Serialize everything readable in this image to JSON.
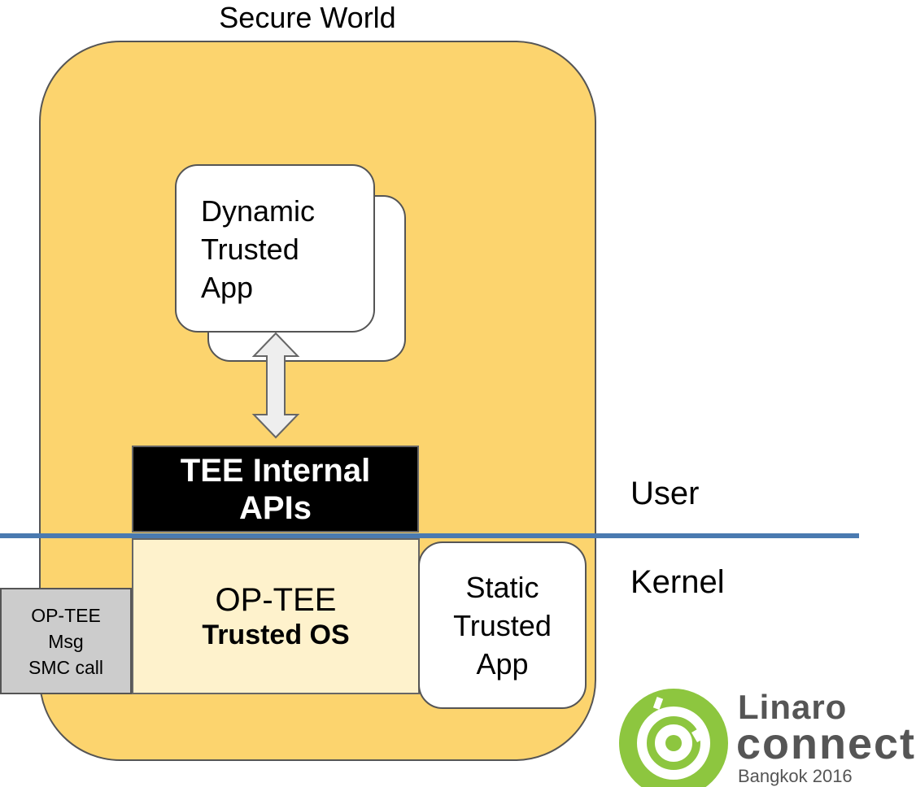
{
  "diagram": {
    "secure_world_label": "Secure World",
    "dynamic_ta": {
      "lines": [
        "Dynamic",
        "Trusted",
        "App"
      ]
    },
    "tee_internal_apis": {
      "line1": "TEE Internal",
      "line2": "APIs"
    },
    "user_label": "User",
    "kernel_label": "Kernel",
    "optee_os": {
      "line1": "OP-TEE",
      "line2": "Trusted OS"
    },
    "optee_msg": {
      "lines": [
        "OP-TEE",
        "Msg",
        "SMC call"
      ]
    },
    "static_ta": {
      "lines": [
        "Static",
        "Trusted",
        "App"
      ]
    }
  },
  "logo": {
    "line1": "Linaro",
    "line2": "connect",
    "line3": "Bangkok 2016",
    "color_green": "#8dc63f",
    "color_text": "#555555"
  },
  "colors": {
    "secure_world_fill": "#fcd46e",
    "os_fill": "#fef2cc",
    "msg_fill": "#cccccc",
    "divider": "#4a7ab0",
    "api_fill": "#000000"
  }
}
